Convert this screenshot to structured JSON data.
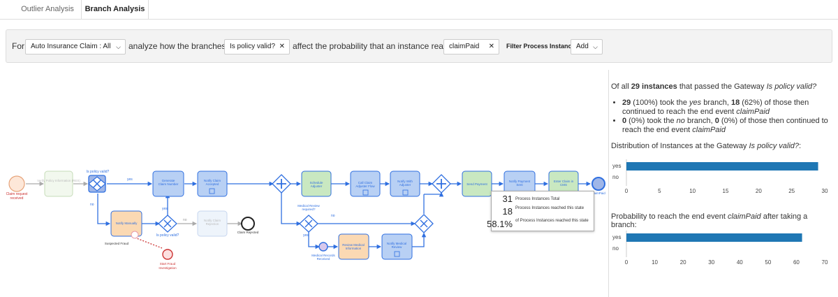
{
  "tabs": [
    {
      "label": "Outlier Analysis"
    },
    {
      "label": "Branch Analysis"
    }
  ],
  "filter": {
    "for_label": "For",
    "process_select": "Auto Insurance Claim : All",
    "analyze_label": "analyze how the branches of",
    "gateway_chip": "Is policy valid?",
    "affect_label": "affect the probability that an instance reached",
    "event_chip": "claimPaid",
    "filter_label": "Filter Process Instances",
    "add_label": "Add"
  },
  "summary": {
    "line1_a": "Of all ",
    "line1_b": "29 instances",
    "line1_c": " that passed the Gateway ",
    "line1_d": "Is policy valid?",
    "b1_a": "29",
    "b1_b": " (100%) took the ",
    "b1_c": "yes",
    "b1_d": " branch, ",
    "b1_e": "18",
    "b1_f": " (62%) of those then continued to reach the end event ",
    "b1_g": "claimPaid",
    "b2_a": "0",
    "b2_b": " (0%) took the ",
    "b2_c": "no",
    "b2_d": " branch, ",
    "b2_e": "0",
    "b2_f": " (0%) of those then continued to reach the end event ",
    "b2_g": "claimPaid"
  },
  "dist_title_a": "Distribution of Instances at the Gateway ",
  "dist_title_b": "Is policy valid?",
  "dist_title_c": ":",
  "prob_title_a": "Probability to reach the end event ",
  "prob_title_b": "claimPaid",
  "prob_title_c": " after taking a branch:",
  "chart_data": [
    {
      "type": "bar",
      "orientation": "horizontal",
      "categories": [
        "yes",
        "no"
      ],
      "values": [
        29,
        0
      ],
      "xlim": [
        0,
        30
      ],
      "ticks": [
        0,
        5,
        10,
        15,
        20,
        25,
        30
      ],
      "color": "#1f77b4"
    },
    {
      "type": "bar",
      "orientation": "horizontal",
      "categories": [
        "yes",
        "no"
      ],
      "values": [
        62,
        0
      ],
      "xlim": [
        0,
        70
      ],
      "ticks": [
        0,
        10,
        20,
        30,
        40,
        50,
        60,
        70
      ],
      "color": "#1f77b4"
    }
  ],
  "tooltip": {
    "r1_num": "31",
    "r1_label": "Process Instances Total",
    "r2_num": "18",
    "r2_label": "Process Instances reached this state",
    "r3_num": "58.1%",
    "r3_label": "of Process Instances reached this state"
  },
  "bpmn": {
    "start_event": "Claim request received",
    "task_check_policy": "Verify Policy Information (RES)",
    "gw_label_top": "Is policy valid?",
    "yes": "yes",
    "no": "no",
    "task_generate": "Generate Claim Number",
    "task_notify_accepted": "Notify Claim Accepted",
    "task_notify_manually": "Notify Manually",
    "suspected_fraud": "Suspected Fraud",
    "gw_policy_valid2": "Is policy valid?",
    "task_notify_rejection": "Notify Claim Rejection",
    "claim_rejected": "Claim Rejected",
    "start_fraud": "Start Fraud Investigation",
    "task_schedule": "Schedule Adjuster",
    "task_call": "Call Claim Adjuster Flow",
    "task_notify_adjuster": "Notify With Adjuster",
    "medical_review": "Medical Review required?",
    "medical_records": "Medical Records Received",
    "task_review_medical": "Review Medical Information",
    "task_notify_medical": "Notify Medical Review",
    "task_send_payment": "Send Payment",
    "task_notify_payment": "Notify Payment Sent",
    "task_enter_claim": "Enter Claim in CMS",
    "claim_paid": "claimPaid"
  }
}
